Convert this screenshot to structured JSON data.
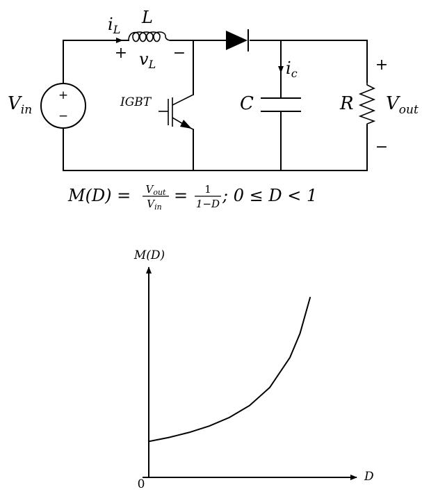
{
  "circuit": {
    "source_label": "V",
    "source_sub": "in",
    "source_plus": "+",
    "source_minus": "−",
    "current_L": "i",
    "current_L_sub": "L",
    "inductor_label": "L",
    "inductor_voltage": "v",
    "inductor_voltage_sub": "L",
    "inductor_plus": "+",
    "inductor_minus": "−",
    "switch_label": "IGBT",
    "current_c": "i",
    "current_c_sub": "c",
    "capacitor_label": "C",
    "resistor_label": "R",
    "output_label": "V",
    "output_sub": "out",
    "output_plus": "+",
    "output_minus": "−"
  },
  "equation": {
    "lhs": "M(D) =",
    "frac1_num": "V",
    "frac1_num_sub": "out",
    "frac1_den": "V",
    "frac1_den_sub": "in",
    "eq2": "=",
    "frac2_num": "1",
    "frac2_den": "1−D",
    "condition": "; 0 ≤ D < 1"
  },
  "plot": {
    "y_axis_label": "M(D)",
    "x_axis_label": "D",
    "origin_label": "0"
  },
  "chart_data": {
    "type": "line",
    "title": "",
    "xlabel": "D",
    "ylabel": "M(D)",
    "series": [
      {
        "x": [
          0,
          0.1,
          0.2,
          0.3,
          0.4,
          0.5,
          0.6,
          0.7,
          0.75,
          0.8
        ],
        "values": [
          1,
          1.111,
          1.25,
          1.429,
          1.667,
          2,
          2.5,
          3.333,
          4,
          5
        ]
      }
    ],
    "xlim": [
      0,
      1
    ],
    "ylim": [
      0,
      6
    ],
    "grid": false
  }
}
